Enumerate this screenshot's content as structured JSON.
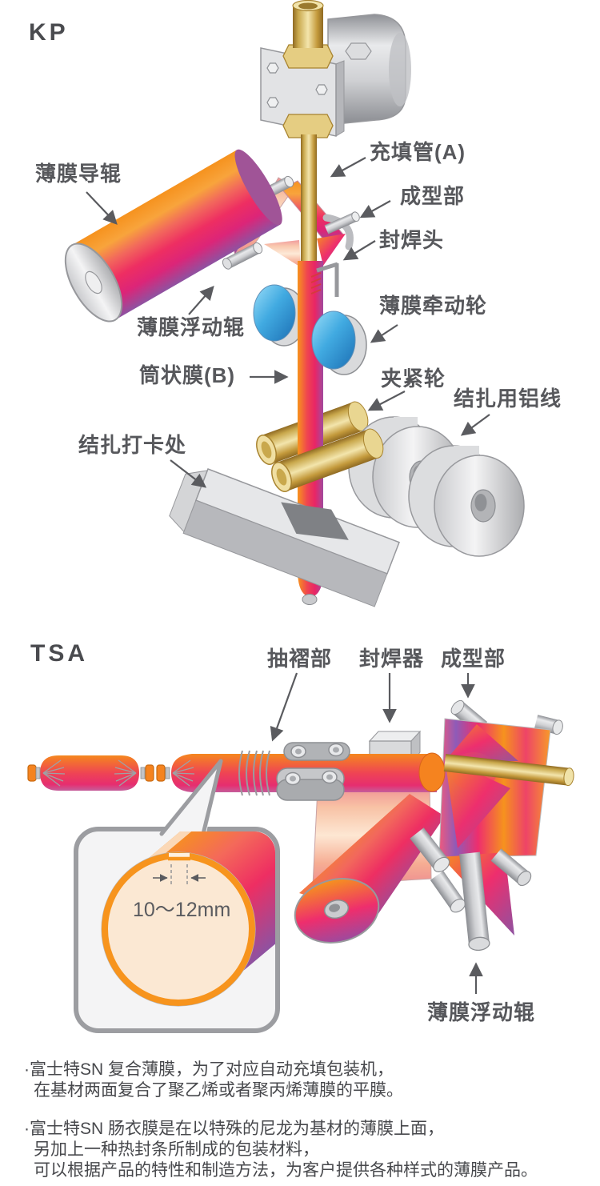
{
  "kp": {
    "title": "KP",
    "labels": {
      "film_guide_roller": "薄膜导辊",
      "filling_tube": "充填管(A)",
      "forming_section": "成型部",
      "sealing_head": "封焊头",
      "film_floating_roller": "薄膜浮动辊",
      "film_drive_wheel": "薄膜牵动轮",
      "tubular_film": "筒状膜(B)",
      "clamp_wheel": "夹紧轮",
      "aluminum_wire": "结扎用铝线",
      "clipping_station": "结扎打卡处"
    }
  },
  "tsa": {
    "title": "TSA",
    "labels": {
      "shirring_section": "抽褶部",
      "sealer": "封焊器",
      "forming_section": "成型部",
      "film_floating_roller": "薄膜浮动辊",
      "overlap_width": "10〜12mm"
    }
  },
  "notes": {
    "paragraphs": [
      {
        "lines": [
          "·富士特SN 复合薄膜，为了对应自动充填包装机，",
          "在基材两面复合了聚乙烯或者聚丙烯薄膜的平膜。"
        ]
      },
      {
        "lines": [
          "·富士特SN 肠衣膜是在以特殊的尼龙为基材的薄膜上面，",
          "另加上一种热封条所制成的包装材料，",
          "可以根据产品的特性和制造方法，为客户提供各种样式的薄膜产品。"
        ]
      }
    ]
  },
  "colors": {
    "film_orange": "#F6921E",
    "film_pink": "#EE2E62",
    "film_purple": "#8E52A1",
    "brass": "#D9B45C",
    "metal_gray": "#C9CACD",
    "wheel_blue": "#3FA9E0",
    "ring_orange": "#F7941D",
    "label_text": "#57585C"
  }
}
